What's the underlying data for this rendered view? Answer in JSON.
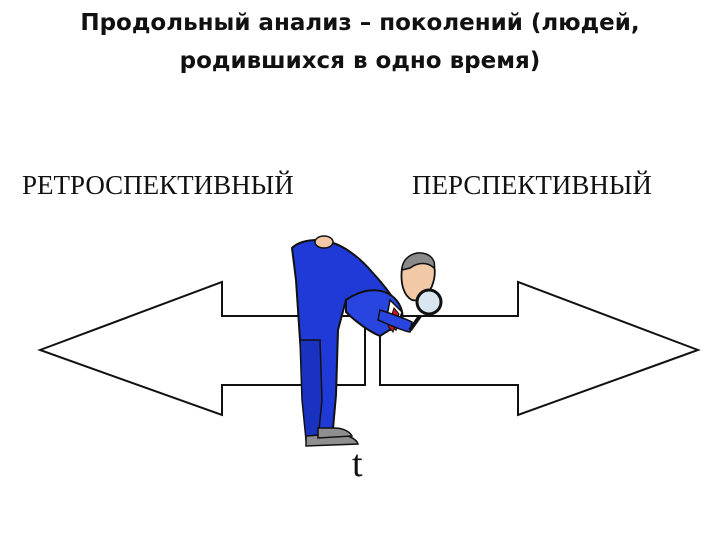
{
  "slide": {
    "title_line1": "Продольный анализ – поколений (людей,",
    "title_line2": "родившихся в одно время)",
    "left_label": "РЕТРОСПЕКТИВНЫЙ",
    "right_label": "ПЕРСПЕКТИВНЫЙ",
    "axis_label": "t"
  },
  "figure": {
    "description_icon": "man-with-magnifying-glass-icon"
  },
  "colors": {
    "suit": "#1f3ad6",
    "outline": "#111111",
    "background": "#ffffff"
  }
}
